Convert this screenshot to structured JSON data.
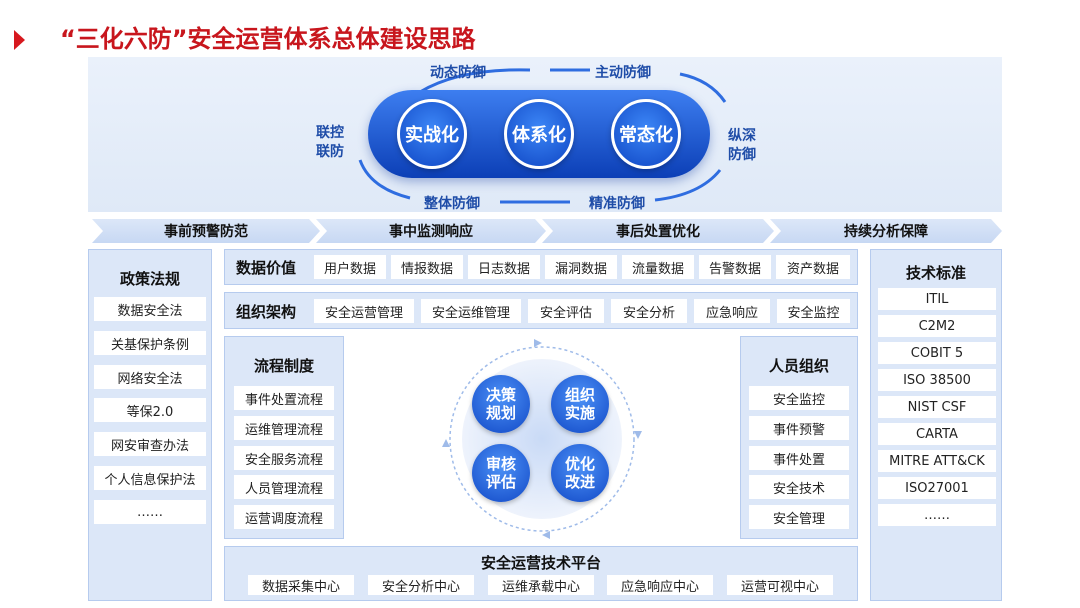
{
  "title": "“三化六防”安全运营体系总体建设思路",
  "top": {
    "arc_words": {
      "top_left": "动态防御",
      "top_right": "主动防御",
      "bottom_left": "整体防御",
      "bottom_right": "精准防御",
      "left": "联控\n联防",
      "right": "纵深\n防御"
    },
    "circles": [
      "实战化",
      "体系化",
      "常态化"
    ]
  },
  "phases": [
    "事前预警防范",
    "事中监测响应",
    "事后处置优化",
    "持续分析保障"
  ],
  "policy": {
    "title": "政策法规",
    "items": [
      "数据安全法",
      "关基保护条例",
      "网络安全法",
      "等保2.0",
      "网安审查办法",
      "个人信息保护法",
      "……"
    ]
  },
  "standards": {
    "title": "技术标准",
    "items": [
      "ITIL",
      "C2M2",
      "COBIT 5",
      "ISO 38500",
      "NIST CSF",
      "CARTA",
      "MITRE ATT&CK",
      "ISO27001",
      "……"
    ]
  },
  "data_value": {
    "title": "数据价值",
    "items": [
      "用户数据",
      "情报数据",
      "日志数据",
      "漏洞数据",
      "流量数据",
      "告警数据",
      "资产数据"
    ]
  },
  "org": {
    "title": "组织架构",
    "items": [
      "安全运营管理",
      "安全运维管理",
      "安全评估",
      "安全分析",
      "应急响应",
      "安全监控"
    ]
  },
  "process": {
    "title": "流程制度",
    "items": [
      "事件处置流程",
      "运维管理流程",
      "安全服务流程",
      "人员管理流程",
      "运营调度流程"
    ]
  },
  "staff": {
    "title": "人员组织",
    "items": [
      "安全监控",
      "事件预警",
      "事件处置",
      "安全技术",
      "安全管理"
    ]
  },
  "cycle": [
    "决策\n规划",
    "组织\n实施",
    "审核\n评估",
    "优化\n改进"
  ],
  "platform": {
    "title": "安全运营技术平台",
    "items": [
      "数据采集中心",
      "安全分析中心",
      "运维承载中心",
      "应急响应中心",
      "运营可视中心"
    ]
  },
  "colors": {
    "title_red": "#c8161d",
    "primary_blue": "#1148c6",
    "panel_bg": "#dce7f8"
  }
}
